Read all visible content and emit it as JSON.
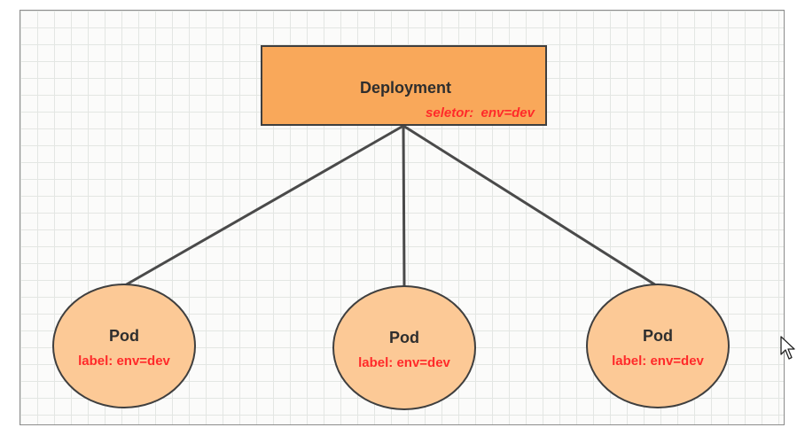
{
  "deployment": {
    "title": "Deployment",
    "selector": "seletor:  env=dev"
  },
  "pods": [
    {
      "title": "Pod",
      "label": "label: env=dev"
    },
    {
      "title": "Pod",
      "label": "label: env=dev"
    },
    {
      "title": "Pod",
      "label": "label: env=dev"
    }
  ],
  "colors": {
    "deployment_fill": "#f9a85a",
    "pod_fill": "#fcc996",
    "label_text": "#ff2a2a",
    "outline": "#3f3f3f"
  },
  "icons": {
    "cursor": "mouse-pointer-icon"
  }
}
